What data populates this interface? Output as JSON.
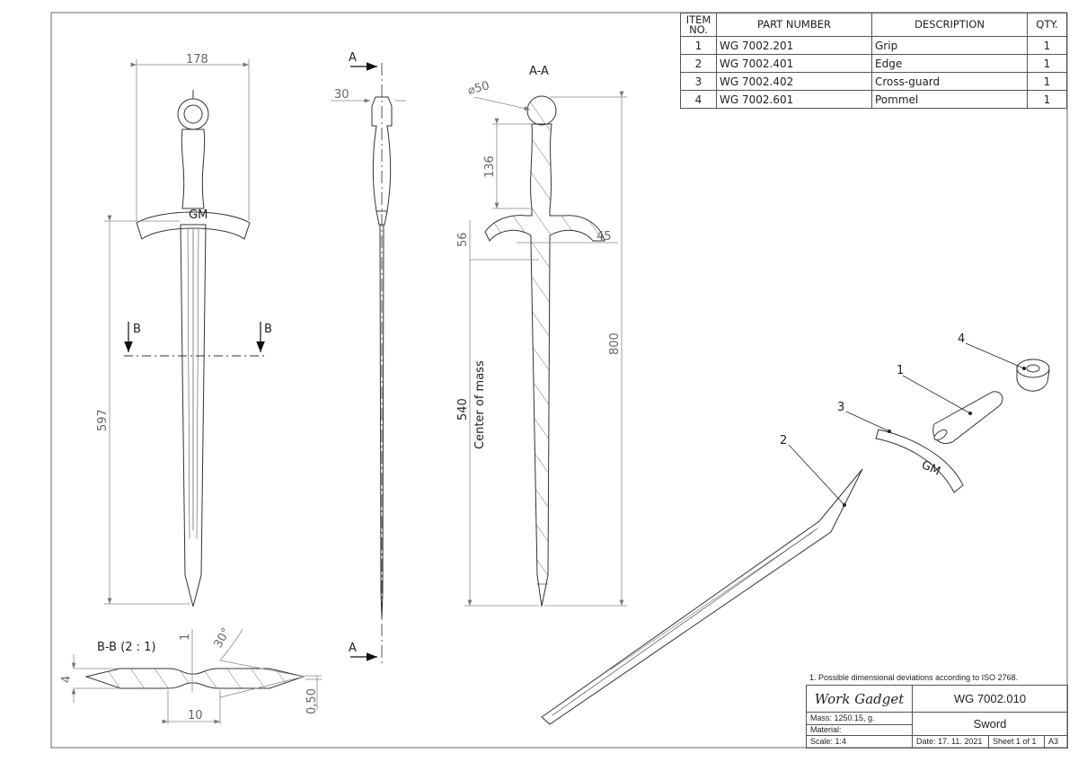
{
  "bom": {
    "headers": {
      "item": "ITEM NO.",
      "part": "PART NUMBER",
      "desc": "DESCRIPTION",
      "qty": "QTY."
    },
    "rows": [
      {
        "item": "1",
        "part": "WG 7002.201",
        "desc": "Grip",
        "qty": "1"
      },
      {
        "item": "2",
        "part": "WG 7002.401",
        "desc": "Edge",
        "qty": "1"
      },
      {
        "item": "3",
        "part": "WG 7002.402",
        "desc": "Cross-guard",
        "qty": "1"
      },
      {
        "item": "4",
        "part": "WG 7002.601",
        "desc": "Pommel",
        "qty": "1"
      }
    ]
  },
  "dimensions": {
    "width": "178",
    "blade_length": "597",
    "side_width": "30",
    "pommel_dia": "⌀50",
    "grip_length": "136",
    "guard_height": "56",
    "guard_angle": "45",
    "total_length": "800",
    "center_of_mass": "540",
    "center_of_mass_label": "Center of mass",
    "bb_thickness": "4",
    "bb_fuller": "1",
    "bb_angle": "30°",
    "bb_width": "10",
    "bb_edge": "0,50"
  },
  "views": {
    "section_aa": "A-A",
    "section_bb": "B-B (2 : 1)",
    "cut_a": "A",
    "cut_b": "B"
  },
  "balloons": [
    "1",
    "2",
    "3",
    "4"
  ],
  "title_block": {
    "note": "1. Possible dimensional deviations according to ISO 2768.",
    "company": "Work Gadget",
    "drawing_no": "WG 7002.010",
    "mass": "Mass: 1250.15, g.",
    "material": "Material:",
    "title": "Sword",
    "scale": "Scale: 1:4",
    "date": "Date: 17. 11. 2021",
    "sheet": "Sheet 1 of 1",
    "size": "A3"
  }
}
